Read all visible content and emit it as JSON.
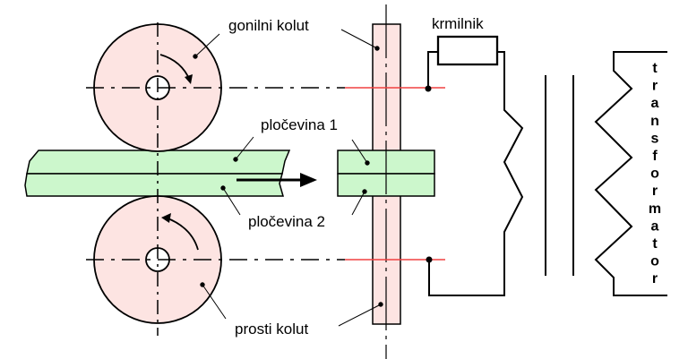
{
  "diagram": {
    "title": "Roller seam welding schematic",
    "labels": {
      "driving_wheel": "gonilni kolut",
      "sheet_1": "pločevina 1",
      "sheet_2": "pločevina 2",
      "idle_wheel": "prosti kolut",
      "controller": "krmilnik",
      "transformer": "transformator"
    },
    "transformer_letters": [
      "t",
      "r",
      "a",
      "n",
      "s",
      "f",
      "o",
      "r",
      "m",
      "a",
      "t",
      "o",
      "r"
    ],
    "colors": {
      "wheel_fill": "#fde4e2",
      "sheet_fill": "#ccf7cc",
      "line": "#000000",
      "contact_line": "#f04040",
      "background": "#ffffff"
    }
  }
}
